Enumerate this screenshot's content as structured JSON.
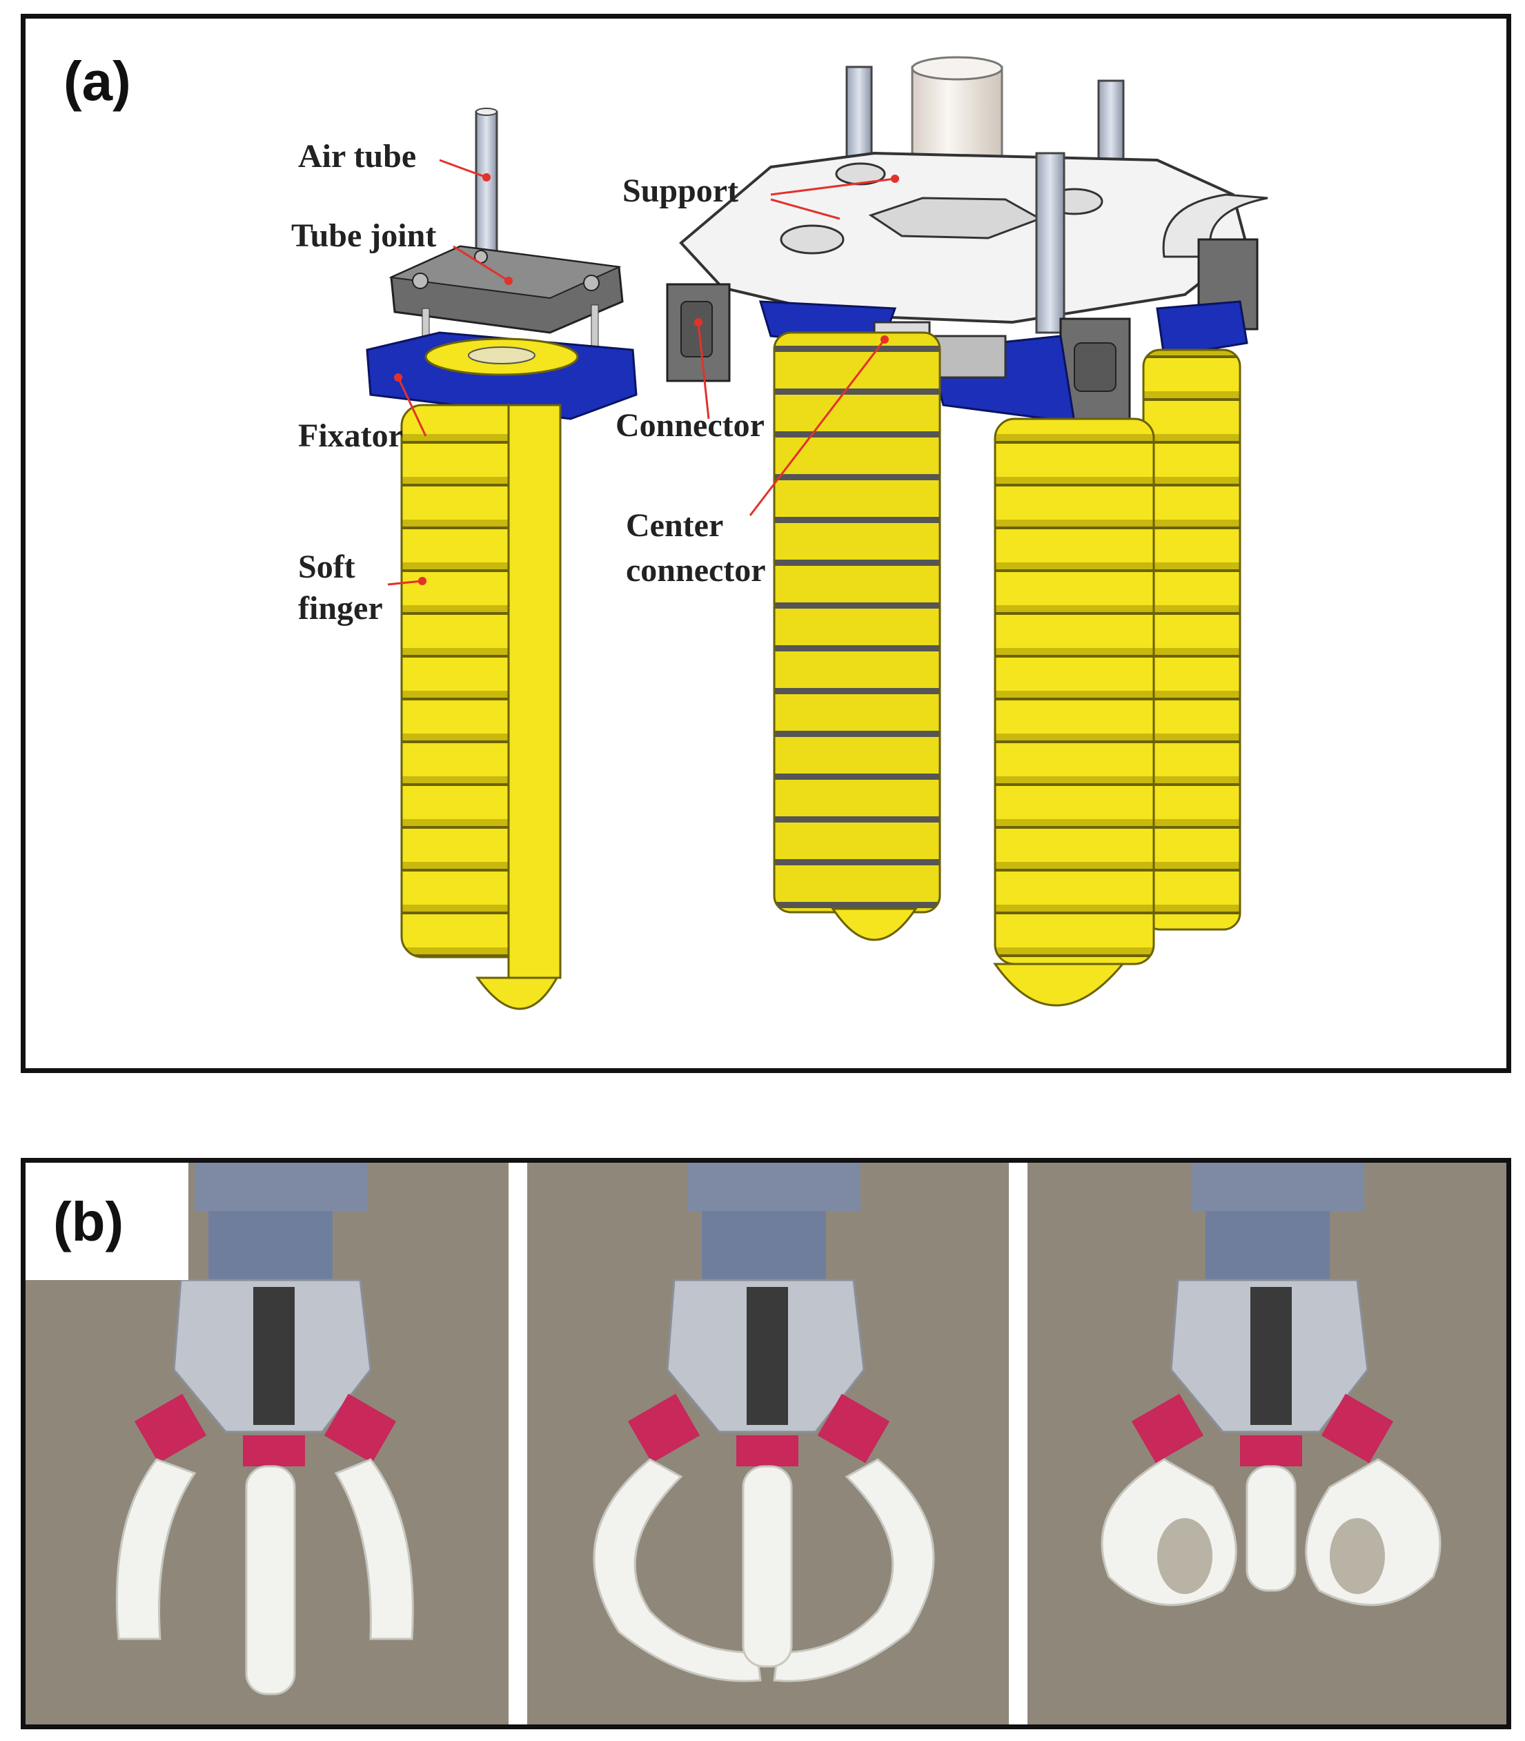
{
  "panel_a": {
    "label": "(a)",
    "callouts": {
      "air_tube": "Air tube",
      "tube_joint": "Tube joint",
      "fixator": "Fixator",
      "soft_finger_line1": "Soft",
      "soft_finger_line2": "finger",
      "support": "Support",
      "connector": "Connector",
      "center_connector_line1": "Center",
      "center_connector_line2": "connector"
    }
  },
  "panel_b": {
    "label": "(b)",
    "photos": [
      "open",
      "half-closed",
      "closed"
    ]
  },
  "colors": {
    "finger_yellow": "#f4e51e",
    "fixator_blue": "#1b2fb8",
    "leader_red": "#e2322b",
    "silicone_white": "#f2f2ee",
    "magenta_clamp": "#c8285a",
    "background_gray": "#8f887a"
  }
}
